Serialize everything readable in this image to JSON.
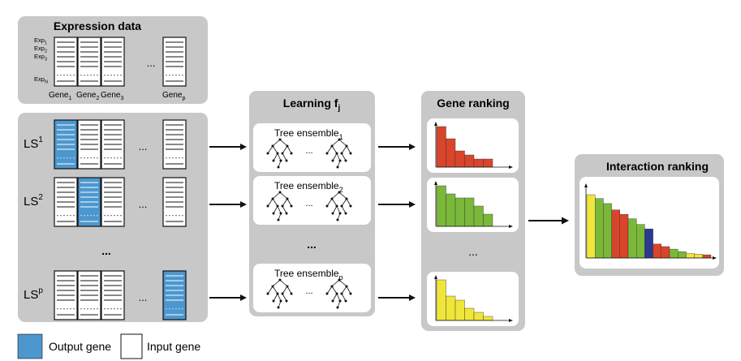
{
  "expression_panel": {
    "title": "Expression data",
    "row_labels": [
      {
        "base": "Exp",
        "sub": "1"
      },
      {
        "base": "Exp",
        "sub": "2"
      },
      {
        "base": "Exp",
        "sub": "3"
      },
      {
        "base": "Exp",
        "sub": "N"
      }
    ],
    "col_labels": [
      {
        "base": "Gene",
        "sub": "1"
      },
      {
        "base": "Gene",
        "sub": "2"
      },
      {
        "base": "Gene",
        "sub": "3"
      },
      {
        "base": "Gene",
        "sub": "p"
      }
    ],
    "ellipsis": "..."
  },
  "ls_panel": {
    "rows": [
      {
        "base": "LS",
        "sup": "1",
        "output_col": 0
      },
      {
        "base": "LS",
        "sup": "2",
        "output_col": 1
      },
      {
        "base": "LS",
        "sup": "p",
        "output_col": 3
      }
    ],
    "ellipsis": "...",
    "vertical_ellipsis": "..."
  },
  "learning_panel": {
    "title_base": "Learning f",
    "title_sub": "j",
    "ensembles": [
      {
        "base": "Tree ensemble",
        "sub": "1"
      },
      {
        "base": "Tree ensemble",
        "sub": "2"
      },
      {
        "base": "Tree ensemble",
        "sub": "p"
      }
    ],
    "ellipsis": "...",
    "tree_ellipsis": "..."
  },
  "ranking_panel": {
    "title": "Gene ranking",
    "ellipsis": "...",
    "charts": [
      {
        "color": "#d9452b",
        "values": [
          10,
          7,
          4,
          3,
          2,
          2
        ]
      },
      {
        "color": "#7ab83a",
        "values": [
          10,
          8,
          7,
          7,
          5,
          3
        ]
      },
      {
        "color": "#f0e63a",
        "values": [
          10,
          6,
          5,
          3,
          2,
          1
        ]
      }
    ]
  },
  "interaction_panel": {
    "title": "Interaction ranking",
    "bars": [
      {
        "value": 10,
        "color": "#f0e63a"
      },
      {
        "value": 9.4,
        "color": "#7ab83a"
      },
      {
        "value": 8.6,
        "color": "#7ab83a"
      },
      {
        "value": 7.6,
        "color": "#d9452b"
      },
      {
        "value": 6.9,
        "color": "#d9452b"
      },
      {
        "value": 6.2,
        "color": "#7ab83a"
      },
      {
        "value": 5.3,
        "color": "#7ab83a"
      },
      {
        "value": 4.6,
        "color": "#2b3990"
      },
      {
        "value": 2.2,
        "color": "#d9452b"
      },
      {
        "value": 1.8,
        "color": "#d9452b"
      },
      {
        "value": 1.4,
        "color": "#7ab83a"
      },
      {
        "value": 1.0,
        "color": "#7ab83a"
      },
      {
        "value": 0.7,
        "color": "#f0e63a"
      },
      {
        "value": 0.6,
        "color": "#f0e63a"
      },
      {
        "value": 0.5,
        "color": "#d9452b"
      }
    ]
  },
  "legend": {
    "output_label": "Output gene",
    "input_label": "Input gene",
    "output_color": "#4d97cf",
    "input_color": "#ffffff"
  },
  "colors": {
    "panel_bg": "#c8c8c8",
    "card_bg": "#ffffff",
    "line": "#111111"
  }
}
